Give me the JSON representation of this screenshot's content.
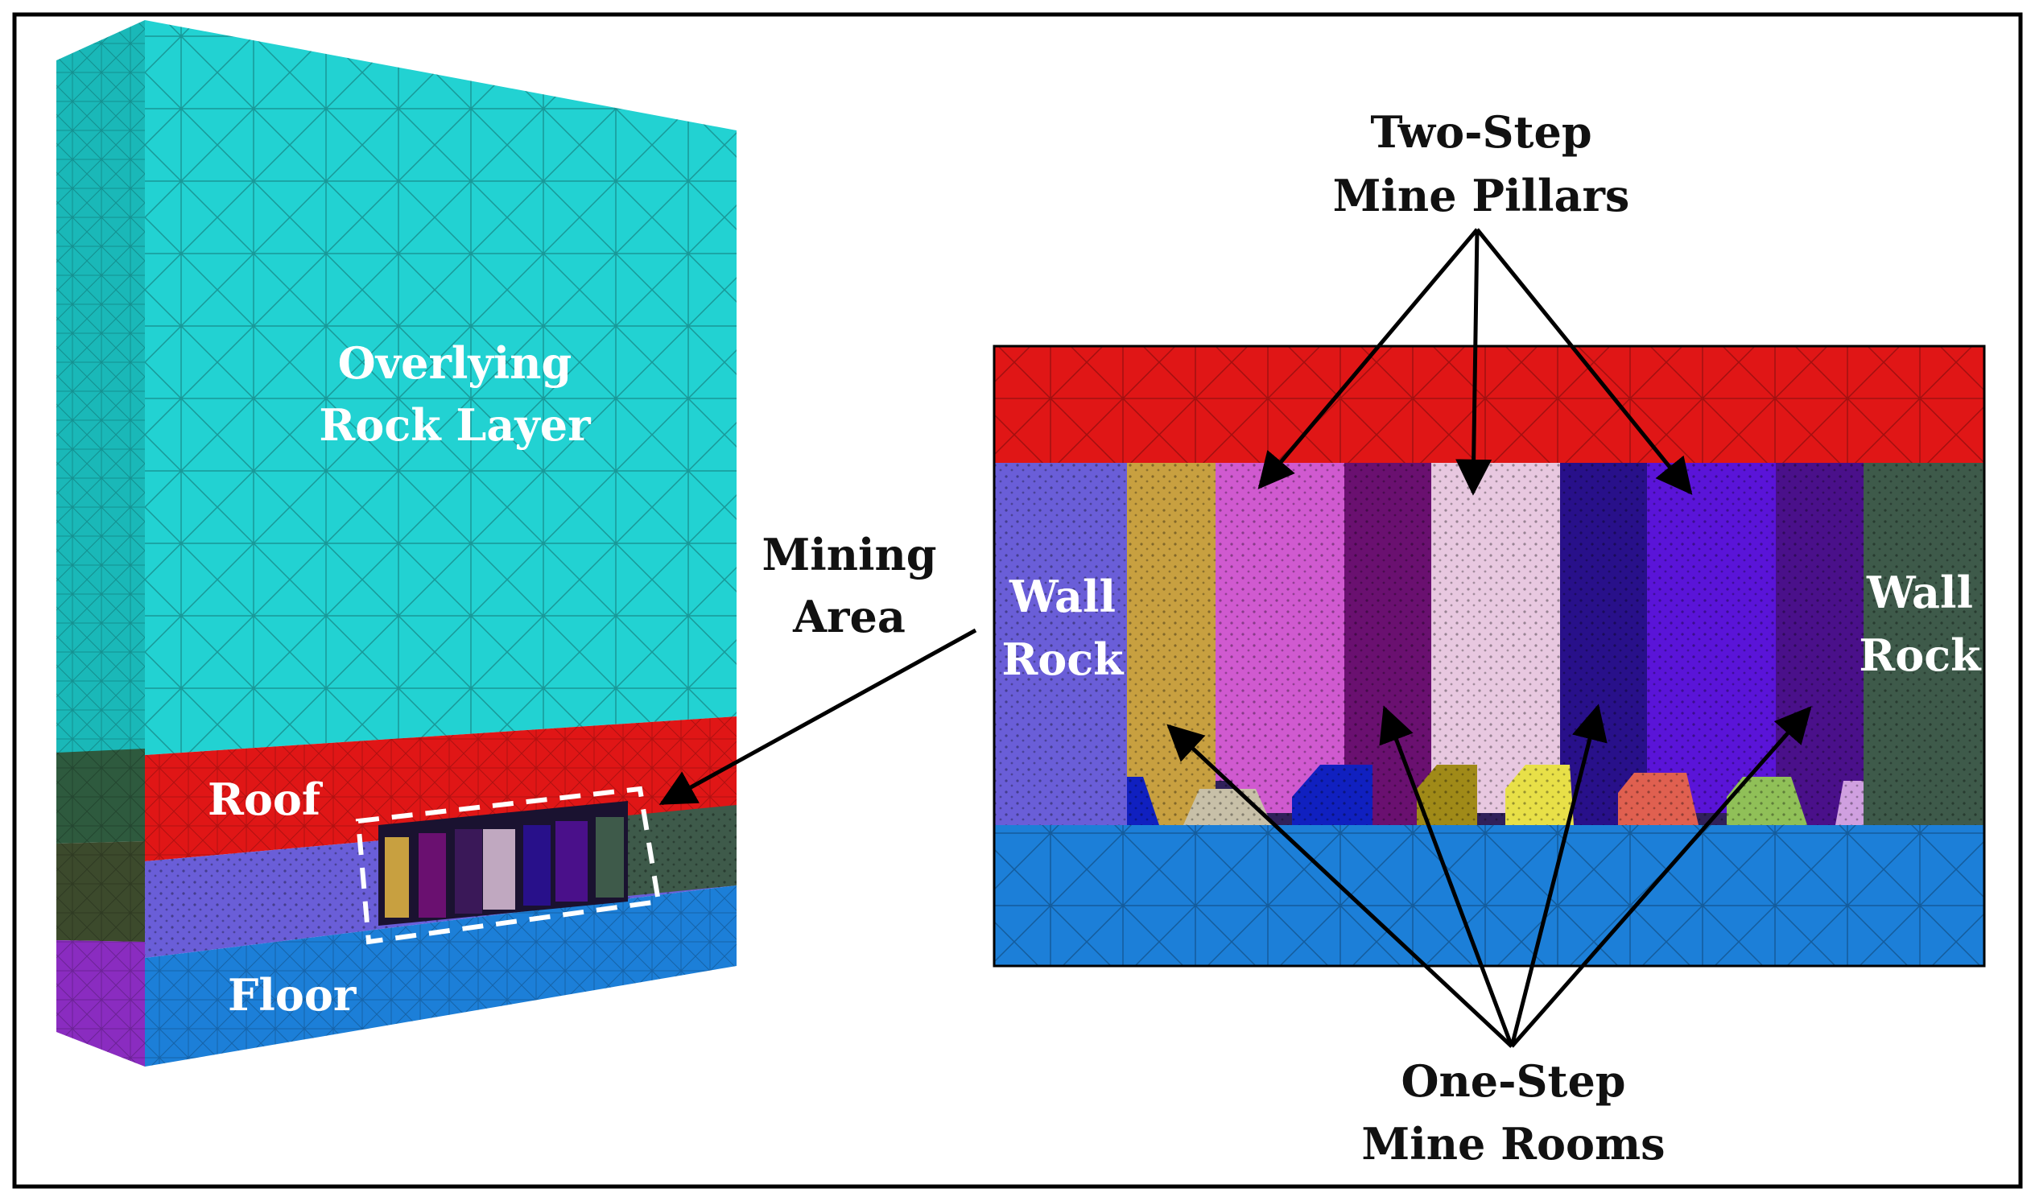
{
  "labels": {
    "overlying_line1": "Overlying",
    "overlying_line2": "Rock Layer",
    "roof": "Roof",
    "floor": "Floor",
    "mining_line1": "Mining",
    "mining_line2": "Area",
    "wall_left_line1": "Wall",
    "wall_left_line2": "Rock",
    "wall_right_line1": "Wall",
    "wall_right_line2": "Rock",
    "pillars_line1": "Two-Step",
    "pillars_line2": "Mine Pillars",
    "rooms_line1": "One-Step",
    "rooms_line2": "Mine Rooms"
  },
  "colors": {
    "overlying": "#22d2d2",
    "roof": "#e01616",
    "floor": "#1c7fd8",
    "wall_left": "#6a5ed8",
    "wall_right": "#3e5a4a",
    "side_green": "#2e5a3e",
    "side_olive": "#3c4a2c",
    "side_purple": "#8a2cc0",
    "pillar_pink": "#d05ad0",
    "pillar_white": "#e8c8e0",
    "pillar_violet": "#5a14d8",
    "room_gold": "#c8a040",
    "room_purple": "#6a1070",
    "room_navy": "#28108a",
    "room_indigo": "#4a108a",
    "bottom_blue": "#1020c0",
    "bottom_lavender": "#c8c0a8",
    "bottom_olive": "#a08a18",
    "bottom_yellow": "#e8e048",
    "bottom_salmon": "#e06050",
    "bottom_lime": "#90c058",
    "bottom_lilac": "#d0a0e0",
    "arrow": "#000000",
    "frame": "#000000"
  }
}
